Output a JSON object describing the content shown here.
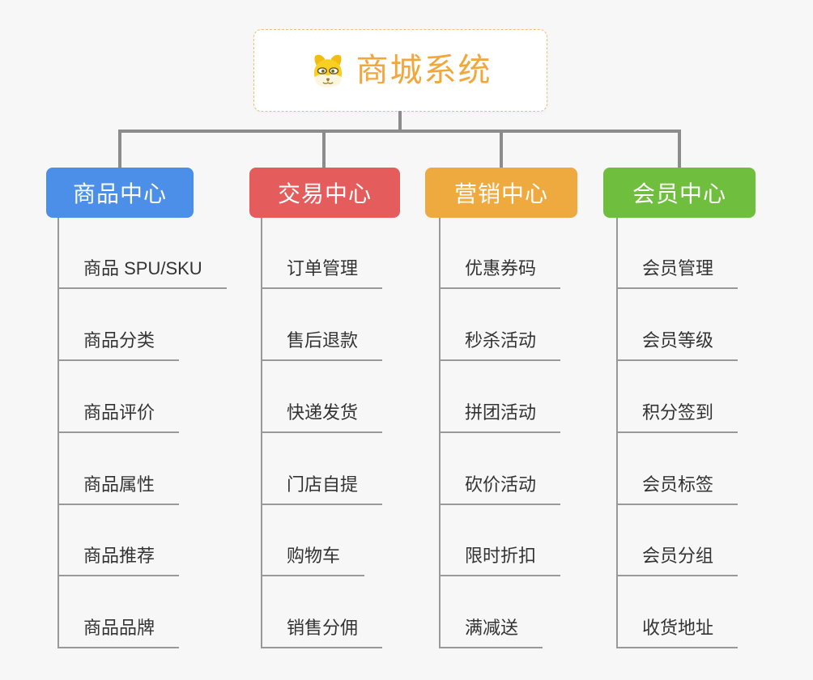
{
  "canvas": {
    "background": "#f7f7f7"
  },
  "root": {
    "label": "商城系统",
    "icon": "dog-face-icon",
    "text_color": "#f0a73c",
    "border_color": "#efbe72",
    "background": "#ffffff"
  },
  "connector_color": "#8c8c8c",
  "leaf_line_color": "#999999",
  "leaf_text_color": "#333333",
  "branches": [
    {
      "label": "商品中心",
      "color": "#4b8fe8",
      "items": [
        "商品 SPU/SKU",
        "商品分类",
        "商品评价",
        "商品属性",
        "商品推荐",
        "商品品牌"
      ]
    },
    {
      "label": "交易中心",
      "color": "#e45c5c",
      "items": [
        "订单管理",
        "售后退款",
        "快递发货",
        "门店自提",
        "购物车",
        "销售分佣"
      ]
    },
    {
      "label": "营销中心",
      "color": "#eea93f",
      "items": [
        "优惠券码",
        "秒杀活动",
        "拼团活动",
        "砍价活动",
        "限时折扣",
        "满减送"
      ]
    },
    {
      "label": "会员中心",
      "color": "#6fbe3e",
      "items": [
        "会员管理",
        "会员等级",
        "积分签到",
        "会员标签",
        "会员分组",
        "收货地址"
      ]
    }
  ]
}
